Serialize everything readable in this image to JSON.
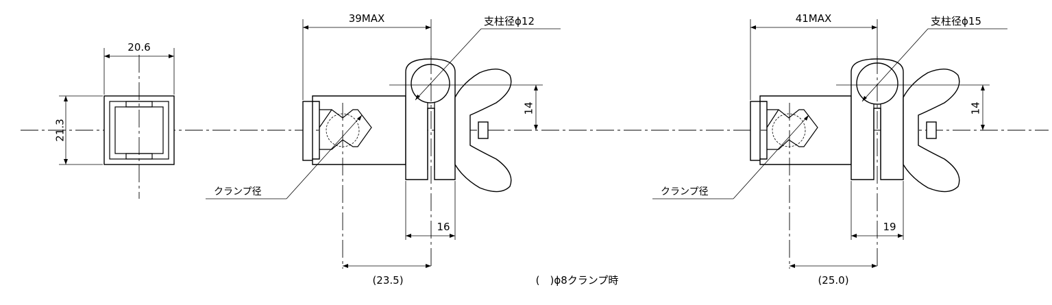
{
  "end_view": {
    "width_label": "20.6",
    "height_label": "21.3"
  },
  "clamp_a": {
    "max_label": "39MAX",
    "post_label": "支柱径ϕ12",
    "offset_label": "14",
    "clamp_label": "クランプ径",
    "slot_label": "16",
    "center_label": "(23.5)"
  },
  "clamp_b": {
    "max_label": "41MAX",
    "post_label": "支柱径ϕ15",
    "offset_label": "14",
    "clamp_label": "クランプ径",
    "slot_label": "19",
    "center_label": "(25.0)"
  },
  "note": "(　)ϕ8クランプ時"
}
